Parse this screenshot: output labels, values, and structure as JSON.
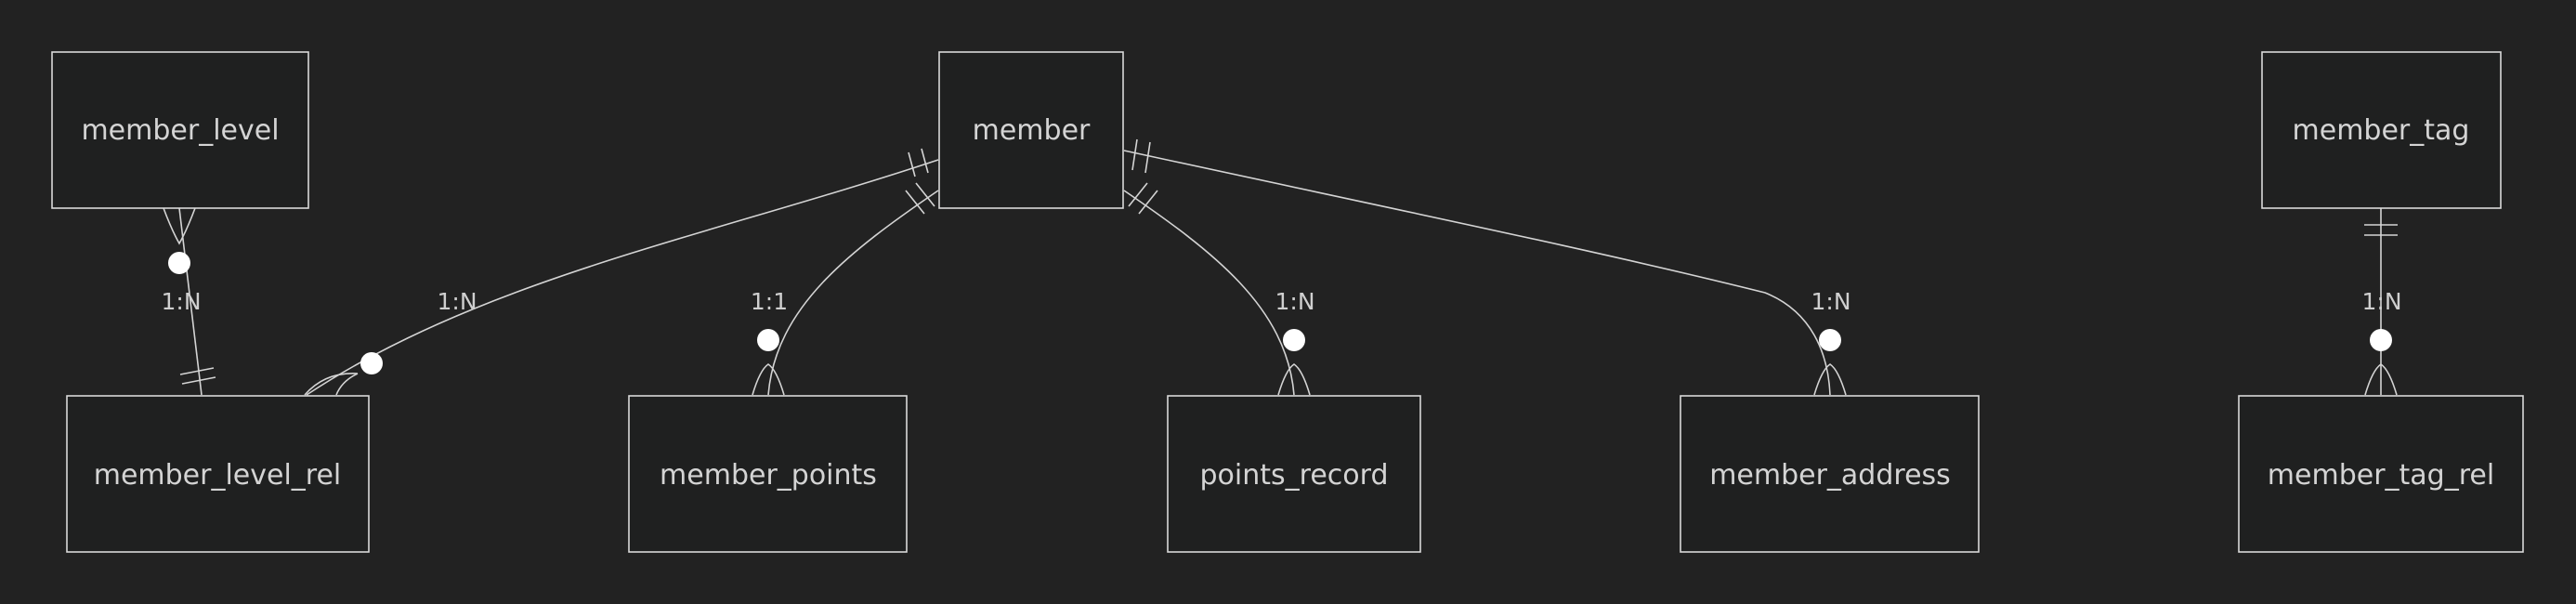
{
  "colors": {
    "background": "#222222",
    "entity_fill": "#1f2020",
    "stroke": "#d9d9d9",
    "text": "#d4d4d4"
  },
  "entities": {
    "member_level": "member_level",
    "member": "member",
    "member_tag": "member_tag",
    "member_level_rel": "member_level_rel",
    "member_points": "member_points",
    "points_record": "points_record",
    "member_address": "member_address",
    "member_tag_rel": "member_tag_rel"
  },
  "relationships": [
    {
      "from": "member_level",
      "to": "member_level_rel",
      "label": "1:N"
    },
    {
      "from": "member",
      "to": "member_level_rel",
      "label": "1:N"
    },
    {
      "from": "member",
      "to": "member_points",
      "label": "1:1"
    },
    {
      "from": "member",
      "to": "points_record",
      "label": "1:N"
    },
    {
      "from": "member",
      "to": "member_address",
      "label": "1:N"
    },
    {
      "from": "member_tag",
      "to": "member_tag_rel",
      "label": "1:N"
    }
  ]
}
